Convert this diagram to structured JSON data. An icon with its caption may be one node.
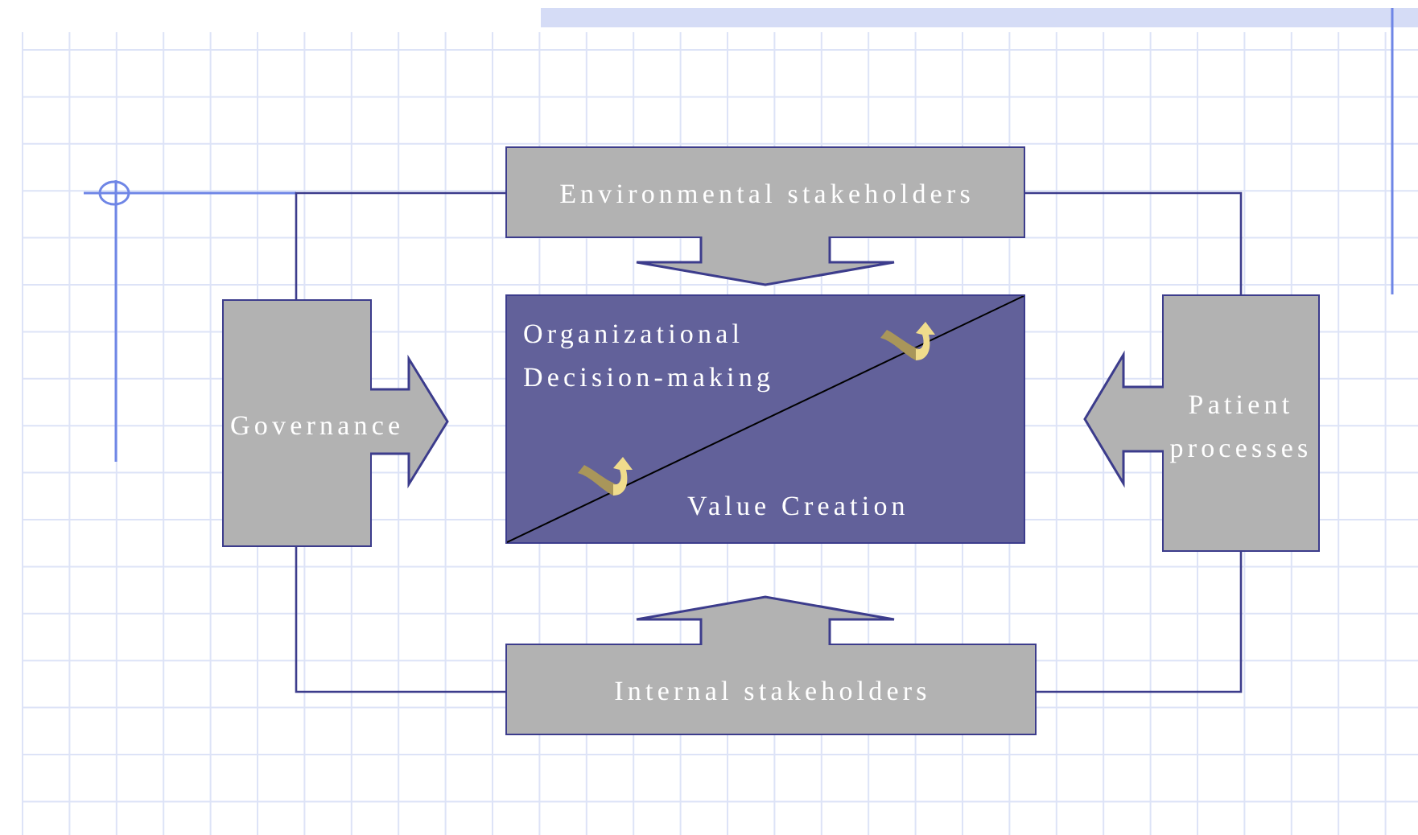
{
  "diagram": {
    "nodes": [
      {
        "text": [
          "Environmental stakeholders"
        ]
      },
      {
        "text": [
          "Governance"
        ]
      },
      {
        "text": [
          "Organizational Decision-making",
          "Value Creation"
        ]
      },
      {
        "text": [
          "Patient processes"
        ]
      },
      {
        "text": [
          "Internal stakeholders"
        ]
      }
    ],
    "edges": [
      {
        "from": 0,
        "to": 2,
        "arrow": "to",
        "style": "thick"
      },
      {
        "from": 1,
        "to": 2,
        "arrow": "to",
        "style": "thick"
      },
      {
        "from": 3,
        "to": 2,
        "arrow": "to",
        "style": "thick"
      },
      {
        "from": 4,
        "to": 2,
        "arrow": "to",
        "style": "thick"
      },
      {
        "from": 1,
        "to": 0,
        "arrow": "none"
      },
      {
        "from": 0,
        "to": 3,
        "arrow": "none"
      },
      {
        "from": 3,
        "to": 4,
        "arrow": "none"
      },
      {
        "from": 4,
        "to": 1,
        "arrow": "none"
      }
    ]
  }
}
